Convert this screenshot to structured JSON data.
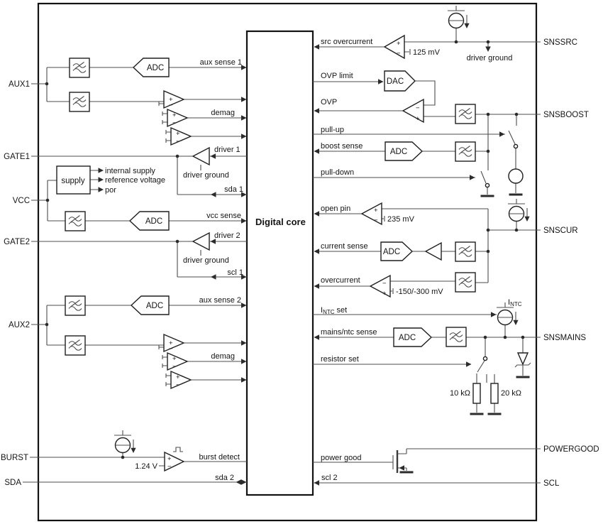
{
  "pins": {
    "left": [
      {
        "label": "AUX1"
      },
      {
        "label": "GATE1"
      },
      {
        "label": "VCC"
      },
      {
        "label": "GATE2"
      },
      {
        "label": "AUX2"
      },
      {
        "label": "BURST"
      },
      {
        "label": "SDA"
      }
    ],
    "right": [
      {
        "label": "SNSSRC"
      },
      {
        "label": "SNSBOOST"
      },
      {
        "label": "SNSCUR"
      },
      {
        "label": "SNSMAINS"
      },
      {
        "label": "POWERGOOD"
      },
      {
        "label": "SCL"
      }
    ]
  },
  "core": {
    "label": "Digital core"
  },
  "blocks": {
    "adc": "ADC",
    "dac": "DAC",
    "supply": "supply"
  },
  "supply_outputs": [
    "internal supply",
    "reference voltage",
    "por"
  ],
  "signals": {
    "aux_sense_1": "aux sense 1",
    "demag": "demag",
    "driver_1": "driver 1",
    "driver_ground": "driver ground",
    "sda_1": "sda 1",
    "vcc_sense": "vcc sense",
    "driver_2": "driver 2",
    "scl_1": "scl 1",
    "aux_sense_2": "aux sense 2",
    "burst_detect": "burst detect",
    "sda_2": "sda 2",
    "src_overcurrent": "src overcurrent",
    "ovp_limit": "OVP limit",
    "ovp": "OVP",
    "pull_up": "pull-up",
    "boost_sense": "boost sense",
    "pull_down": "pull-down",
    "open_pin": "open pin",
    "current_sense": "current sense",
    "overcurrent": "overcurrent",
    "mains_ntc_sense": "mains/ntc sense",
    "resistor_set": "resistor set",
    "power_good": "power good",
    "scl_2": "scl 2"
  },
  "values": {
    "ref_src": "125 mV",
    "ref_open_pin": "235 mV",
    "ref_overcurrent": "-150/-300 mV",
    "ref_burst": "1.24 V",
    "r_10k": "10 kΩ",
    "r_20k": "20 kΩ"
  },
  "sym": {
    "plus": "+",
    "minus": "−",
    "i": "I",
    "ntc": "NTC",
    "set_suffix": "set"
  }
}
